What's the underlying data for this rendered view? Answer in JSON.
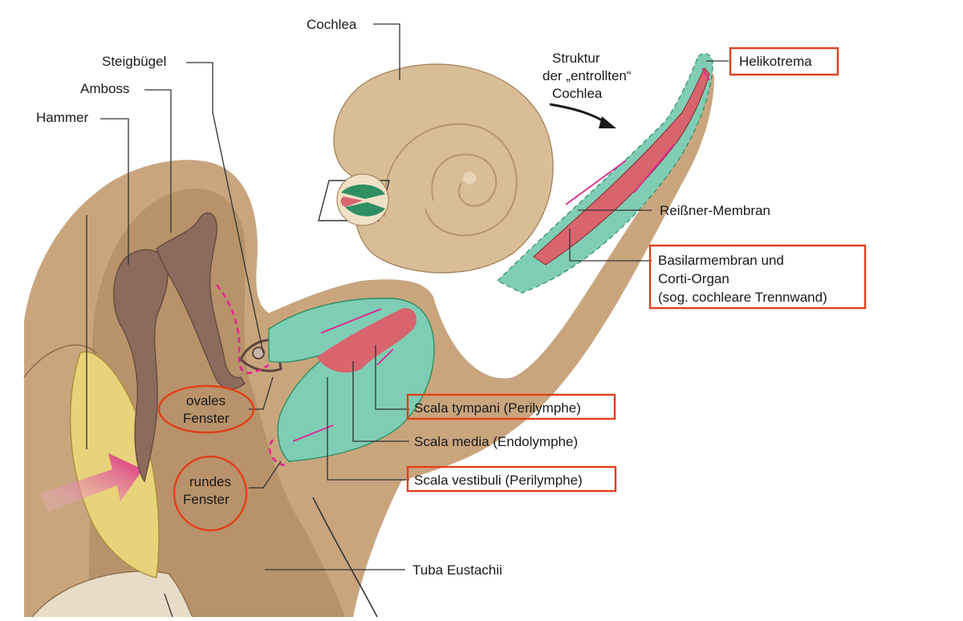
{
  "labels": {
    "cochlea": "Cochlea",
    "steigbuegel": "Steigbügel",
    "amboss": "Amboss",
    "hammer": "Hammer",
    "struktur_1": "Struktur",
    "struktur_2": "der „entrollten“",
    "struktur_3": "Cochlea",
    "helikotrema": "Helikotrema",
    "reissner": "Reißner-Membran",
    "basilar_1": "Basilarmembran und",
    "basilar_2": "Corti-Organ",
    "basilar_3": "(sog. cochleare Trennwand)",
    "ovales_1": "ovales",
    "ovales_2": "Fenster",
    "rundes_1": "rundes",
    "rundes_2": "Fenster",
    "scala_tympani": "Scala tympani (Perilymphe)",
    "scala_media": "Scala media (Endolymphe)",
    "scala_vestibuli": "Scala vestibuli (Perilymphe)",
    "tuba": "Tuba Eustachii"
  },
  "colors": {
    "bone": "#c9a57e",
    "bone_dark": "#a8865f",
    "cochlea": "#d8bd97",
    "ossicle": "#8c6a5c",
    "fluid": "#7fcdb5",
    "membrane": "#d8646e",
    "eardrum": "#e8d27a",
    "highlight": "#e0401a",
    "flow": "#e0288c"
  }
}
